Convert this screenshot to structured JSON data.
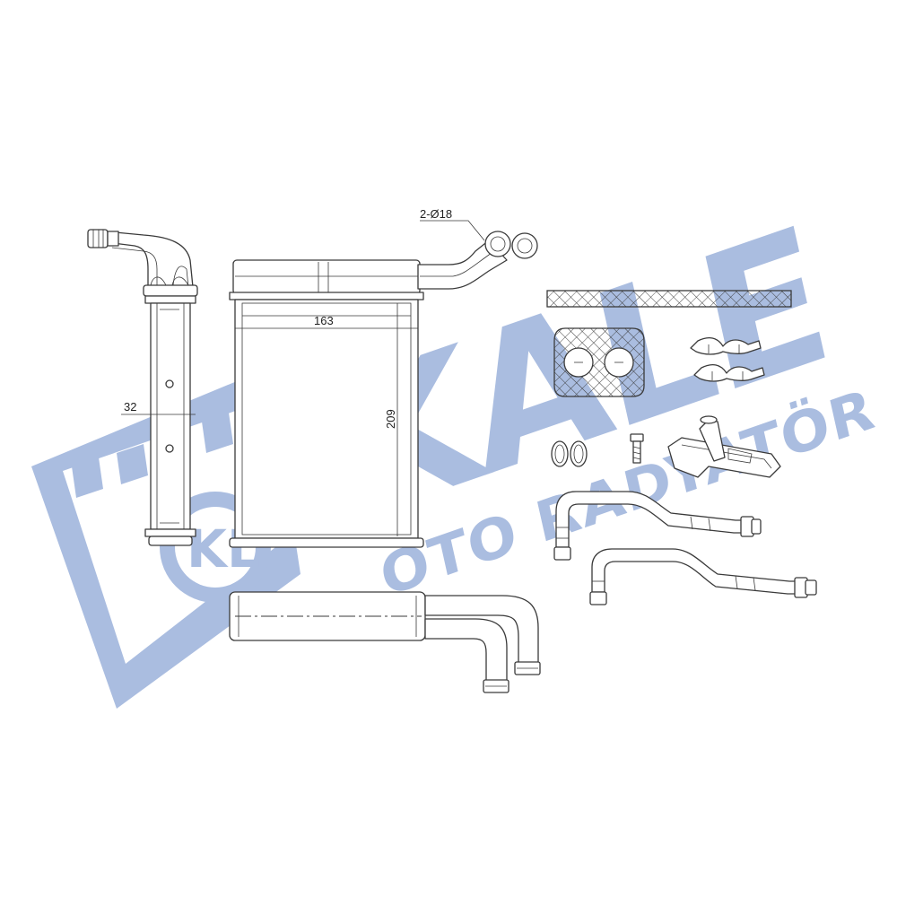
{
  "watermark": {
    "brand": "KALE",
    "subtitle": "OTO RADYATÖR",
    "logo_mark": "KL",
    "color": "#aabde0"
  },
  "dimensions": {
    "width": "163",
    "height": "209",
    "depth": "32",
    "pipe_diameter": "2-Ø18"
  },
  "colors": {
    "line": "#3a3a3a",
    "background": "#ffffff"
  }
}
